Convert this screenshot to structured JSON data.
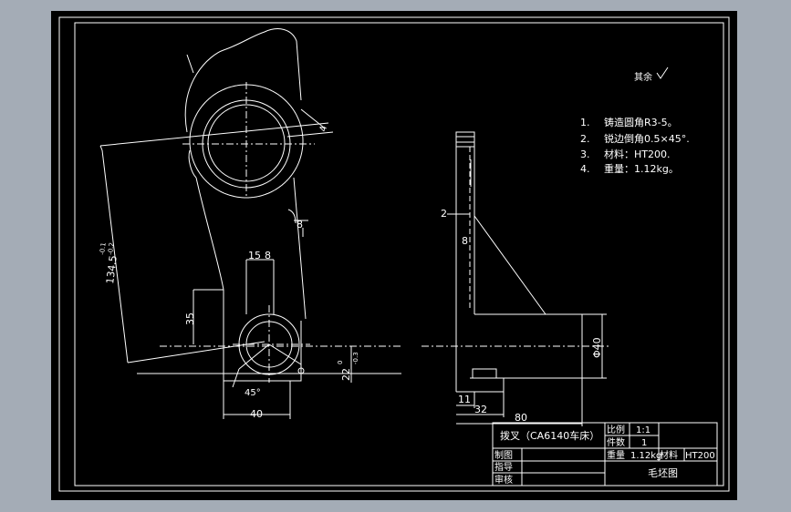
{
  "colors": {
    "background": "#a4acb6",
    "sheet": "#000000",
    "lines": "#ffffff"
  },
  "notes": {
    "heading": "其余",
    "items": [
      {
        "num": "1.",
        "text": "铸造圆角R3-5。"
      },
      {
        "num": "2.",
        "text": "锐边倒角0.5×45°."
      },
      {
        "num": "3.",
        "text": "材料：HT200."
      },
      {
        "num": "4.",
        "text": "重量：1.12kg。"
      }
    ]
  },
  "dimensions": {
    "d_134": "134.5",
    "d_134_tol_upper": "-0.1",
    "d_134_tol_lower": "-0.2",
    "d_35": "35",
    "d_15": "15",
    "d_8_left": "8",
    "d_8_mid": "8",
    "d_22": "22",
    "d_22_tol_upper": "0",
    "d_22_tol_lower": "-0.3",
    "d_40": "40",
    "d_45deg": "45°",
    "d_4": "4",
    "side_2": "2",
    "side_8": "8",
    "side_11": "11",
    "side_32": "32",
    "side_80": "80",
    "side_phi40": "Φ40"
  },
  "title_block": {
    "part_name": "拨叉（CA6140车床）",
    "scale_label": "比例",
    "scale_value": "1:1",
    "qty_label": "件数",
    "qty_value": "1",
    "weight_label": "重量",
    "weight_value": "1.12kg",
    "material_label": "材料",
    "material_value": "HT200",
    "drawn_label": "制图",
    "guide_label": "指导",
    "review_label": "审核",
    "drawing_title": "毛坯图"
  }
}
